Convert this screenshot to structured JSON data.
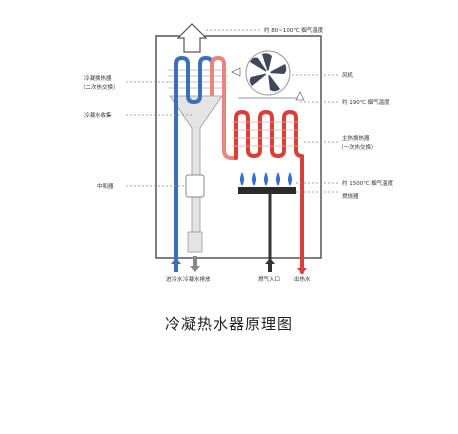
{
  "title": "冷凝热水器原理图",
  "labels": {
    "exhaust_temp_top": "约 80~100℃ 烟气温度",
    "fan": "风机",
    "exhaust_temp_mid": "约 190℃ 烟气温度",
    "main_exchanger_line1": "主热换热器",
    "main_exchanger_line2": "（一次热交换）",
    "flame_temp": "约 1500℃ 烟气温度",
    "burner": "燃烧器",
    "condensing_exchanger_line1": "冷凝换热器",
    "condensing_exchanger_line2": "（二次热交换）",
    "condensate_collector": "冷凝水收集",
    "neutralizer": "中和器"
  },
  "bottom_labels": {
    "cold_water_in": "进冷水",
    "condensate_drain": "冷凝水排放",
    "gas_inlet": "燃气入口",
    "hot_water_out": "出热水"
  },
  "colors": {
    "cold": "#3b6fb6",
    "hot": "#d9403a",
    "outline": "#555555",
    "burner_flame": "#2f6fcf"
  },
  "icons": {
    "fan": "fan-icon",
    "exhaust_arrow": "exhaust-arrow-icon",
    "flame": "flame-icon"
  }
}
